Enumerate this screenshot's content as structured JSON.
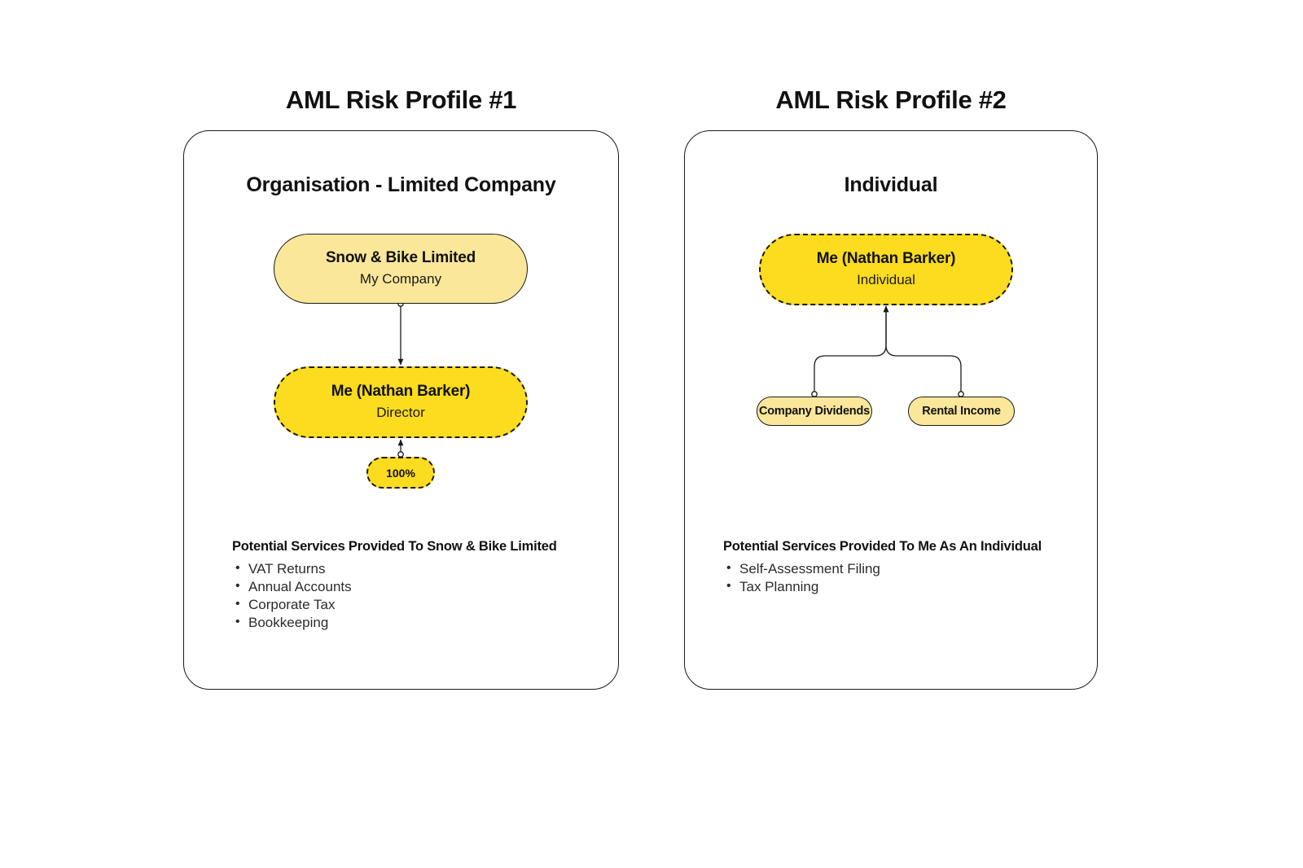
{
  "theme": {
    "background": "#ffffff",
    "stroke": "#1a1a1a",
    "text": "#111111",
    "node_light": "#FAE79A",
    "node_dark": "#FCDC1E"
  },
  "panels": [
    {
      "id": "profile-1",
      "title": "AML Risk Profile #1",
      "heading": "Organisation - Limited Company",
      "nodes": [
        {
          "id": "snow-bike-limited",
          "title": "Snow & Bike Limited",
          "subtitle": "My Company",
          "fill": "#FAE79A",
          "border": "solid"
        },
        {
          "id": "me-director",
          "title": "Me (Nathan Barker)",
          "subtitle": "Director",
          "fill": "#FCDC1E",
          "border": "dashed"
        },
        {
          "id": "ownership-badge",
          "title": "100%",
          "subtitle": "",
          "fill": "#FCDC1E",
          "border": "dashed"
        }
      ],
      "services": {
        "heading": "Potential Services Provided To Snow & Bike Limited",
        "items": [
          "VAT Returns",
          "Annual Accounts",
          "Corporate Tax",
          "Bookkeeping"
        ]
      }
    },
    {
      "id": "profile-2",
      "title": "AML Risk Profile #2",
      "heading": "Individual",
      "nodes": [
        {
          "id": "me-individual",
          "title": "Me (Nathan Barker)",
          "subtitle": "Individual",
          "fill": "#FCDC1E",
          "border": "dashed"
        },
        {
          "id": "company-dividends",
          "title": "Company Dividends",
          "subtitle": "",
          "fill": "#FAE79A",
          "border": "solid"
        },
        {
          "id": "rental-income",
          "title": "Rental Income",
          "subtitle": "",
          "fill": "#FAE79A",
          "border": "solid"
        }
      ],
      "services": {
        "heading": "Potential Services Provided To Me As An Individual",
        "items": [
          "Self-Assessment Filing",
          "Tax Planning"
        ]
      }
    }
  ],
  "connections": [
    {
      "id": "snowbike-to-me",
      "from": "snow-bike-limited",
      "to": "me-director",
      "source_marker": "circle",
      "target_marker": "arrow"
    },
    {
      "id": "badge-to-me",
      "from": "ownership-badge",
      "to": "me-director",
      "source_marker": "circle",
      "target_marker": "arrow"
    },
    {
      "id": "dividends-to-me",
      "from": "company-dividends",
      "to": "me-individual",
      "source_marker": "circle",
      "target_marker": "arrow"
    },
    {
      "id": "rental-to-me",
      "from": "rental-income",
      "to": "me-individual",
      "source_marker": "circle",
      "target_marker": "arrow"
    }
  ]
}
